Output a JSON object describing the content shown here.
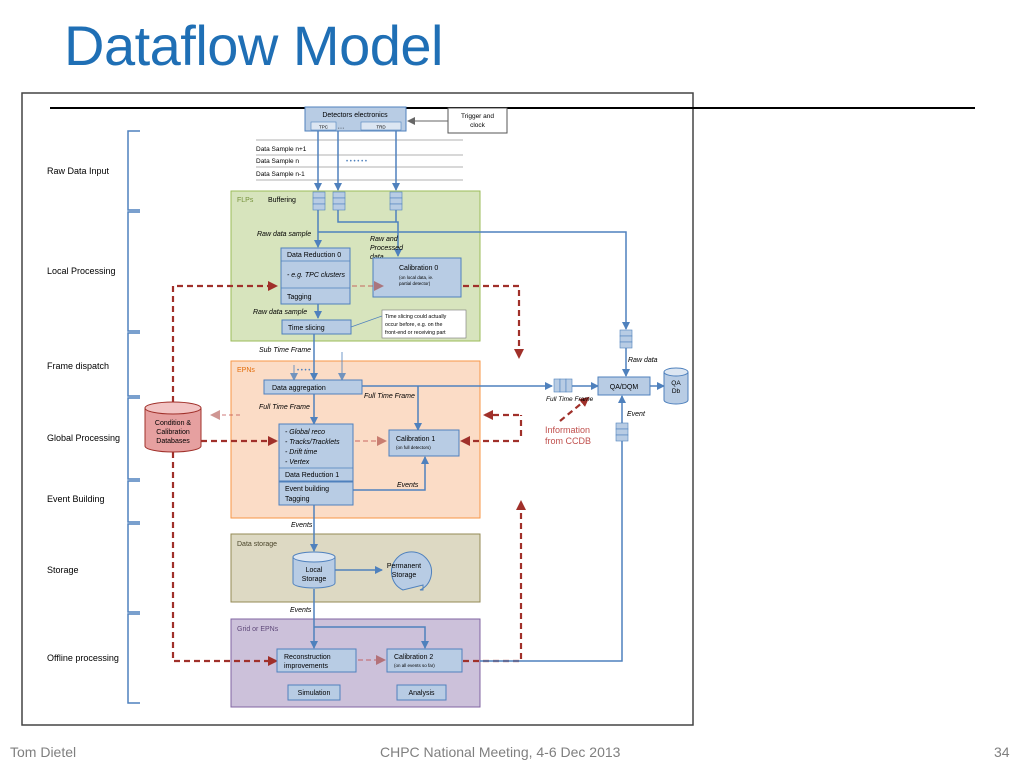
{
  "slide": {
    "title": "Dataflow Model",
    "footer_left": "Tom Dietel",
    "footer_center": "CHPC National Meeting, 4-6 Dec 2013",
    "page_number": "34"
  },
  "colors": {
    "title": "#1F6FB5",
    "box_fill": "#B8CCE4",
    "box_stroke": "#4F81BD",
    "arrow": "#4F81BD",
    "dashed_arrow": "#A0302A",
    "flp_region": "#D7E4BD",
    "epn_region": "#FBDCC6",
    "storage_region": "#DDD9C3",
    "grid_region": "#CCC1DA",
    "database": "#E6A0A0"
  },
  "stages": {
    "raw_data_input": "Raw Data Input",
    "local_processing": "Local Processing",
    "frame_dispatch": "Frame dispatch",
    "global_processing": "Global Processing",
    "event_building": "Event Building",
    "storage": "Storage",
    "offline_processing": "Offline processing"
  },
  "top": {
    "detectors_electronics": "Detectors electronics",
    "tpc": "TPC",
    "dots": "…",
    "trd": "TRD",
    "trigger_line1": "Trigger and",
    "trigger_line2": "clock",
    "sample_n_plus_1": "Data Sample n+1",
    "sample_n": "Data Sample n",
    "sample_n_minus_1": "Data Sample n-1",
    "sample_dots": "• • • • • •"
  },
  "flp": {
    "region_label": "FLPs",
    "buffering": "Buffering",
    "raw_data_sample": "Raw data sample",
    "raw_processed_line1": "Raw and",
    "raw_processed_line2": "Processed",
    "raw_processed_line3": "data",
    "data_reduction_0": "Data Reduction 0",
    "tpc_clusters": "- e.g. TPC clusters",
    "tagging": "Tagging",
    "calibration_0": "Calibration 0",
    "calibration_0_sub1": "(on local data, ie.",
    "calibration_0_sub2": "partial detector)",
    "raw_data_sample_2": "Raw data sample",
    "time_slicing": "Time slicing",
    "note_line1": "Time slicing could actually",
    "note_line2": "occur before, e.g. on the",
    "note_line3": "front-end or receiving part"
  },
  "epn": {
    "sub_time_frame": "Sub Time Frame",
    "region_label": "EPNs",
    "dots": "• • • •",
    "data_aggregation": "Data aggregation",
    "full_time_frame": "Full Time Frame",
    "full_time_frame_right": "Full Time Frame",
    "global_reco": "- Global reco",
    "tracks_tracklets": "- Tracks/Tracklets",
    "drift_time": "- Drift time",
    "vertex": "- Vertex",
    "data_reduction_1": "Data Reduction 1",
    "event_building": "Event building",
    "tagging": "Tagging",
    "calibration_1": "Calibration 1",
    "calibration_1_sub": "(on full detectors)",
    "events": "Events"
  },
  "database": {
    "line1": "Condition &",
    "line2": "Calibration",
    "line3": "Databases"
  },
  "qa": {
    "raw_data": "Raw data",
    "full_time_frame": "Full Time Frame",
    "qa_dqm": "QA/DQM",
    "qa_db_line1": "QA",
    "qa_db_line2": "Db",
    "event": "Event",
    "info_line1": "Information",
    "info_line2": "from CCDB"
  },
  "storage": {
    "events_label": "Events",
    "region_label": "Data storage",
    "local_line1": "Local",
    "local_line2": "Storage",
    "permanent_line1": "Permanent",
    "permanent_line2": "Storage"
  },
  "offline": {
    "events_label": "Events",
    "region_label": "Grid or EPNs",
    "reco_line1": "Reconstruction",
    "reco_line2": "improvements",
    "calibration_2": "Calibration 2",
    "calibration_2_sub": "(on all events so far)",
    "simulation": "Simulation",
    "analysis": "Analysis"
  }
}
